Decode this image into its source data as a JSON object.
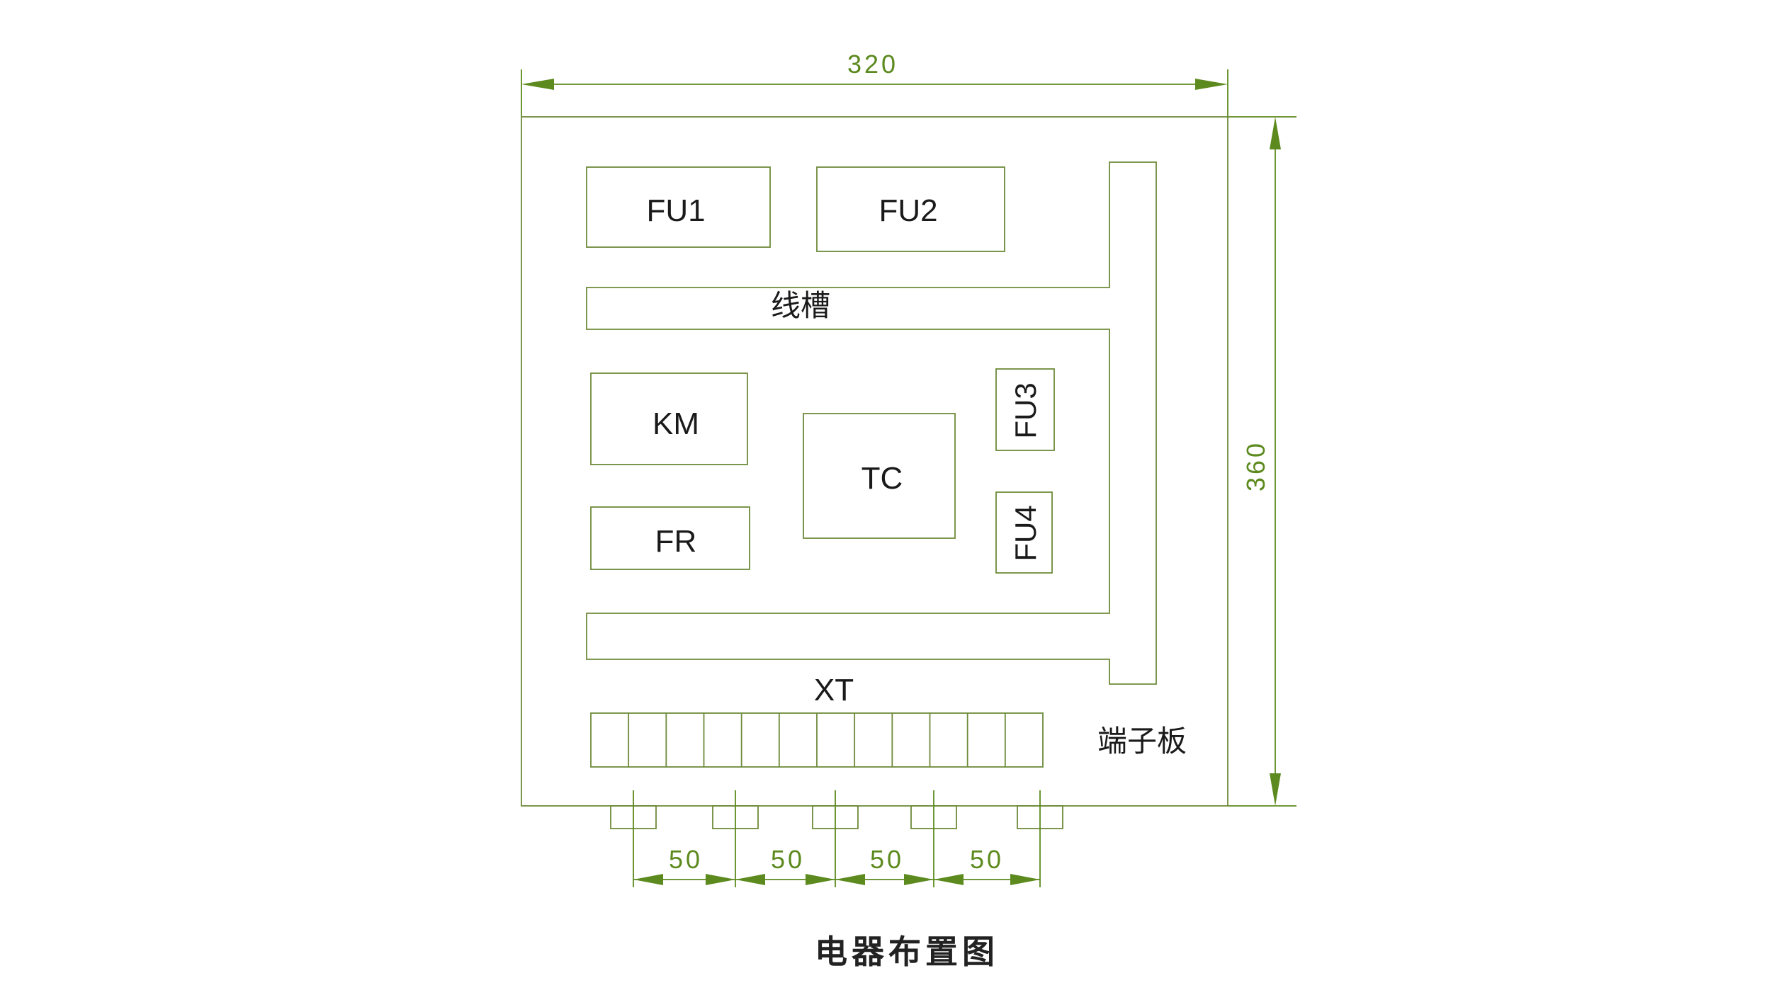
{
  "colors": {
    "dimension": "#5c8a1e",
    "outline": "#6e8a3a",
    "text": "#1a1a1a",
    "background": "#ffffff"
  },
  "dimensions": {
    "width": "320",
    "height": "360",
    "spacing": [
      "50",
      "50",
      "50",
      "50"
    ]
  },
  "components": {
    "fu1": "FU1",
    "fu2": "FU2",
    "km": "KM",
    "tc": "TC",
    "fr": "FR",
    "fu3": "FU3",
    "fu4": "FU4",
    "xt": "XT"
  },
  "labels": {
    "wireway": "线槽",
    "terminal_board": "端子板"
  },
  "terminal_block": {
    "cell_count": 12
  },
  "title": "电器布置图"
}
